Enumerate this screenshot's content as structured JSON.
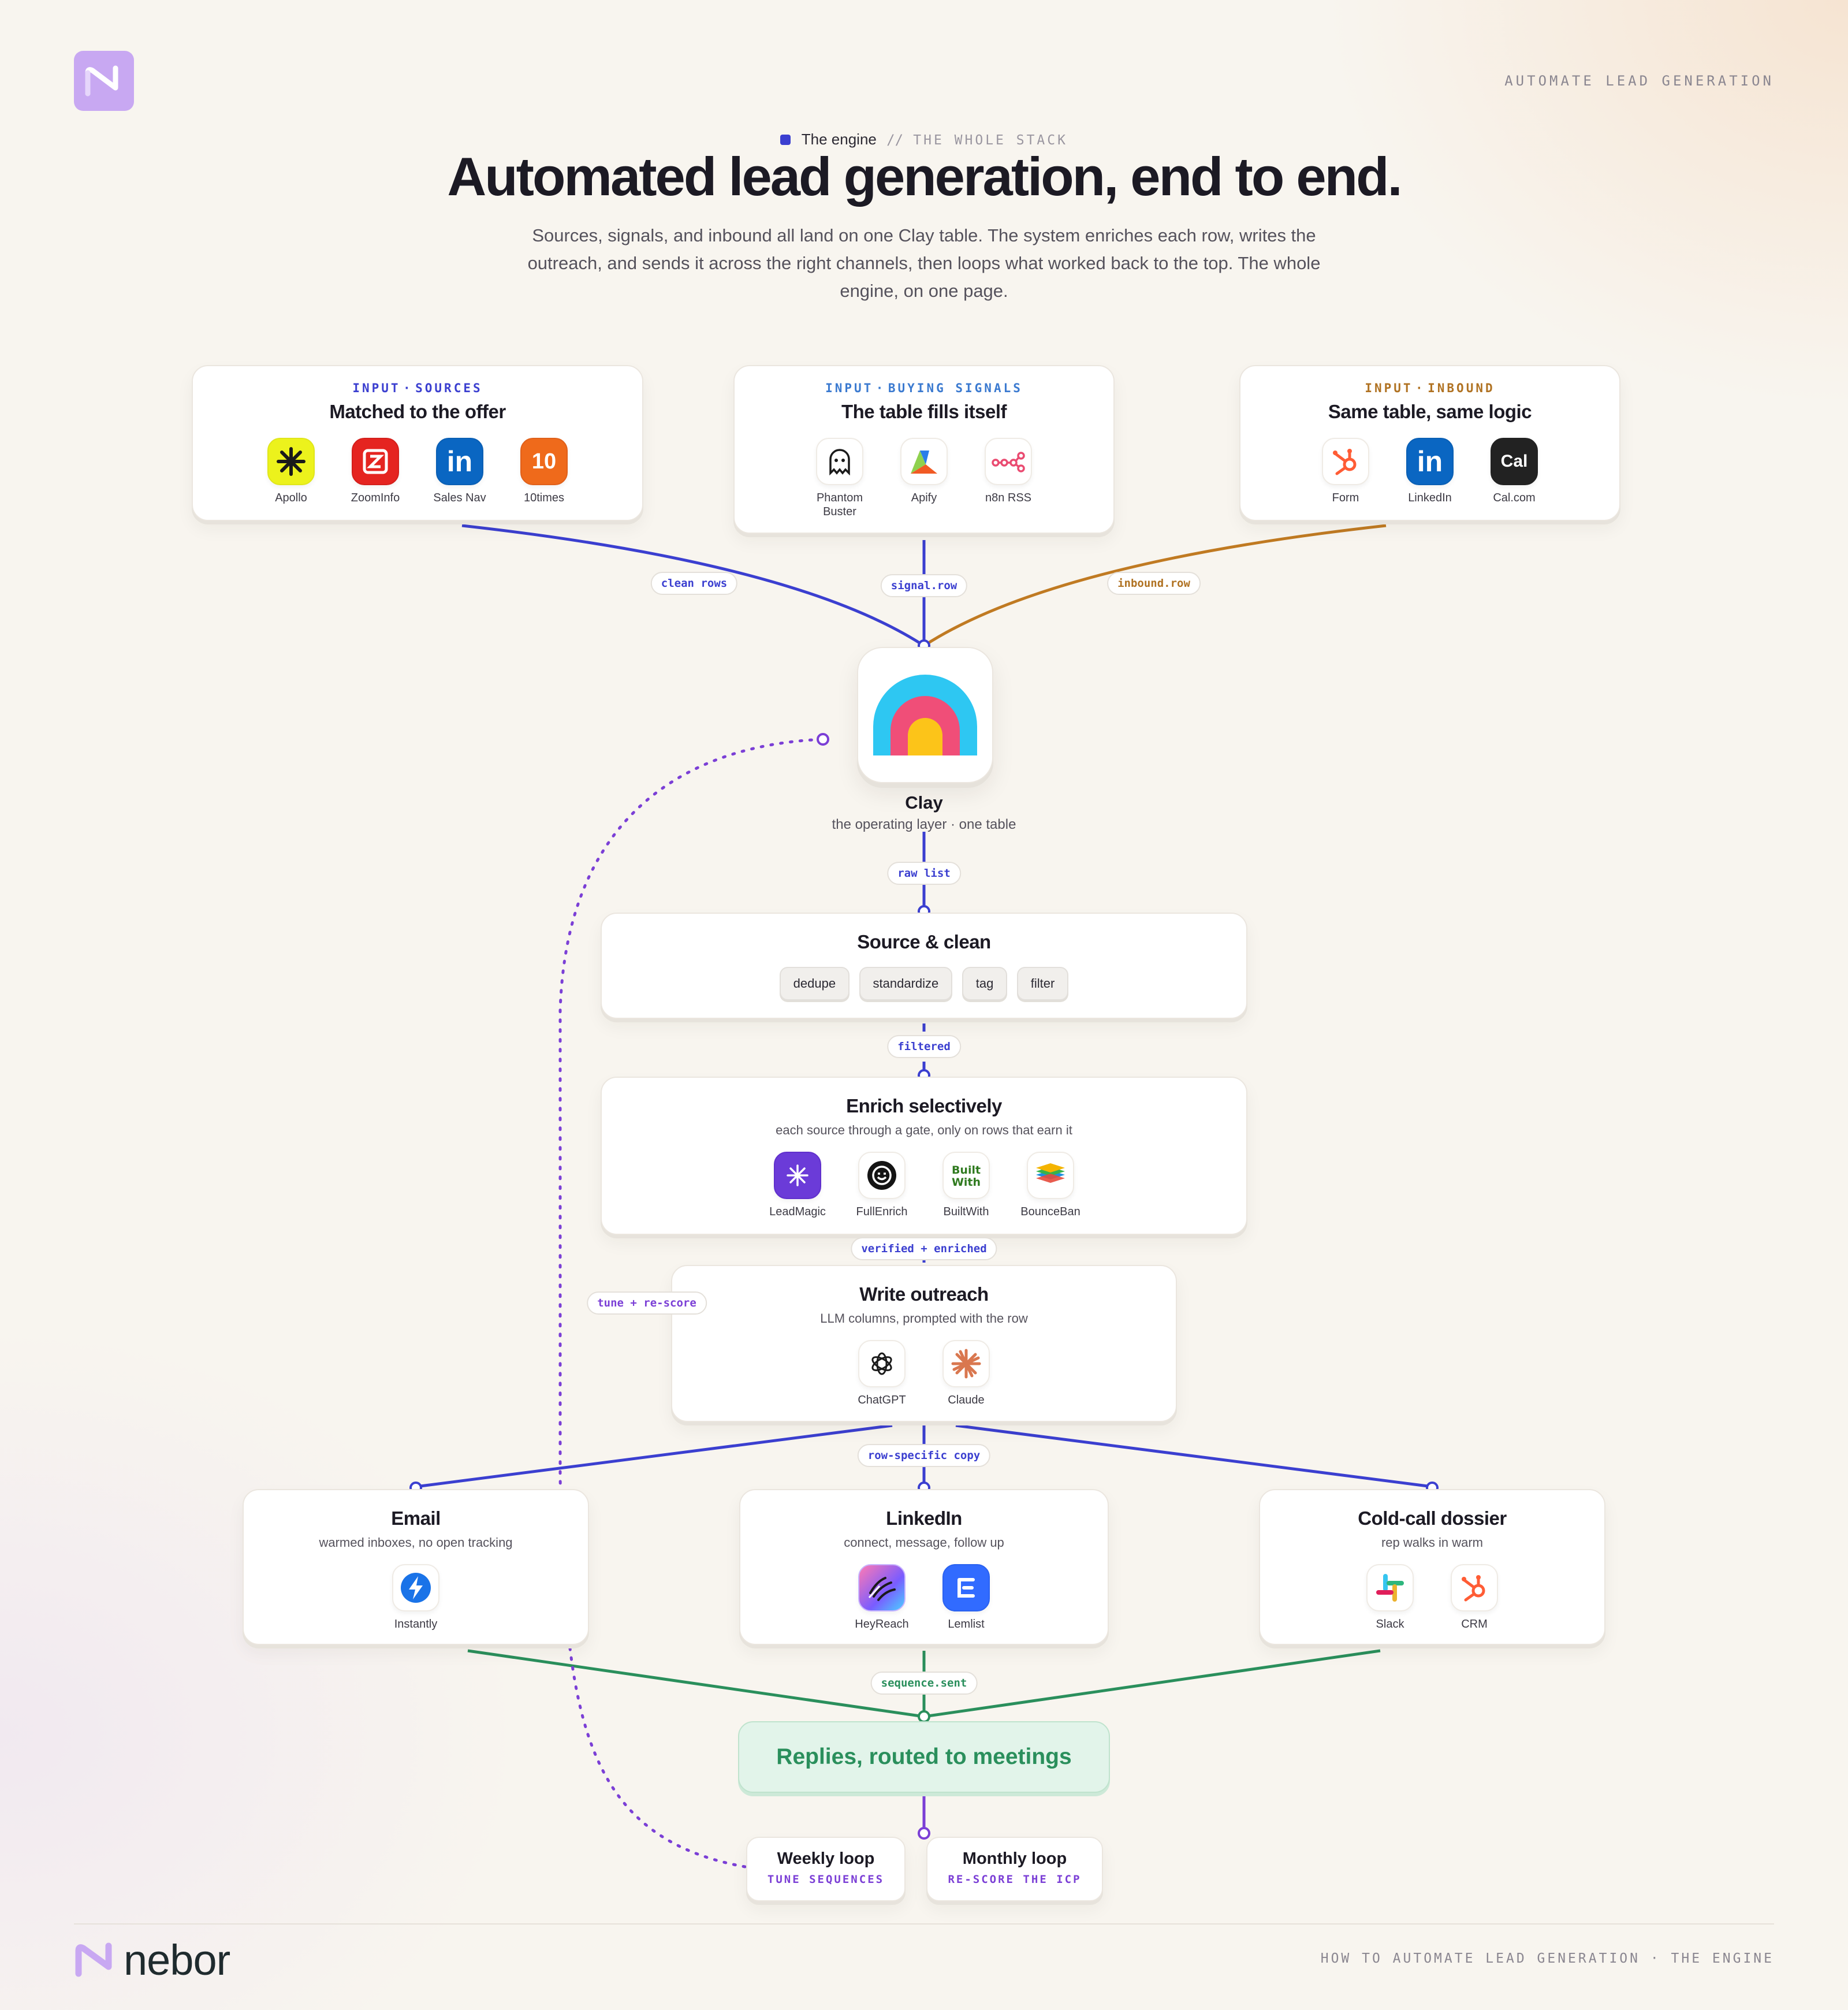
{
  "header": {
    "top_right": "AUTOMATE LEAD GENERATION",
    "eyebrow_label": "The engine",
    "eyebrow_sep": "//",
    "eyebrow_stack": "THE WHOLE STACK",
    "title": "Automated lead generation, end to end.",
    "subtitle": "Sources, signals, and inbound all land on one Clay table. The system enriches each row, writes the outreach, and sends it across the right channels, then loops what worked back to the top. The whole engine, on one page."
  },
  "inputs": [
    {
      "kicker_a": "INPUT",
      "kicker_b": "SOURCES",
      "title": "Matched to the offer",
      "tools": [
        "Apollo",
        "ZoomInfo",
        "Sales Nav",
        "10times"
      ]
    },
    {
      "kicker_a": "INPUT",
      "kicker_b": "BUYING SIGNALS",
      "title": "The table fills itself",
      "tools": [
        "Phantom Buster",
        "Apify",
        "n8n RSS"
      ]
    },
    {
      "kicker_a": "INPUT",
      "kicker_b": "INBOUND",
      "title": "Same table, same logic",
      "tools": [
        "Form",
        "LinkedIn",
        "Cal.com"
      ]
    }
  ],
  "labels": {
    "clean_rows": "clean rows",
    "signal_row": "signal.row",
    "inbound_row": "inbound.row",
    "raw_list": "raw list",
    "filtered": "filtered",
    "verified_enriched": "verified + enriched",
    "row_specific_copy": "row-specific copy",
    "sequence_sent": "sequence.sent",
    "tune_rescore": "tune + re-score"
  },
  "clay": {
    "title": "Clay",
    "subtitle": "the operating layer · one table"
  },
  "source_clean": {
    "title": "Source & clean",
    "chips": [
      "dedupe",
      "standardize",
      "tag",
      "filter"
    ]
  },
  "enrich": {
    "title": "Enrich selectively",
    "subtitle": "each source through a gate, only on rows that earn it",
    "tools": [
      "LeadMagic",
      "FullEnrich",
      "BuiltWith",
      "BounceBan"
    ]
  },
  "write": {
    "title": "Write outreach",
    "subtitle": "LLM columns, prompted with the row",
    "tools": [
      "ChatGPT",
      "Claude"
    ]
  },
  "channels": [
    {
      "title": "Email",
      "subtitle": "warmed inboxes, no open tracking",
      "tools": [
        "Instantly"
      ]
    },
    {
      "title": "LinkedIn",
      "subtitle": "connect, message, follow up",
      "tools": [
        "HeyReach",
        "Lemlist"
      ]
    },
    {
      "title": "Cold-call dossier",
      "subtitle": "rep walks in warm",
      "tools": [
        "Slack",
        "CRM"
      ]
    }
  ],
  "replies": {
    "title": "Replies, routed to meetings"
  },
  "loops": [
    {
      "title": "Weekly loop",
      "sub": "TUNE SEQUENCES"
    },
    {
      "title": "Monthly loop",
      "sub": "RE-SCORE THE ICP"
    }
  ],
  "footer": {
    "brand": "nebor",
    "right": "HOW TO AUTOMATE LEAD GENERATION · THE ENGINE"
  },
  "colors": {
    "blue": "#3b3fd0",
    "orange": "#c07a22",
    "green": "#2a8f5c",
    "purple": "#7b3fd6",
    "ink": "#1c1a24"
  },
  "icons": [
    "nebor-logo",
    "apollo-icon",
    "zoominfo-icon",
    "linkedin-icon",
    "tentimes-icon",
    "phantombuster-icon",
    "apify-icon",
    "n8n-icon",
    "hubspot-icon",
    "calcom-icon",
    "clay-icon",
    "leadmagic-icon",
    "fullenrich-icon",
    "builtwith-icon",
    "bounceban-icon",
    "chatgpt-icon",
    "claude-icon",
    "instantly-icon",
    "heyreach-icon",
    "lemlist-icon",
    "slack-icon",
    "crm-icon"
  ]
}
